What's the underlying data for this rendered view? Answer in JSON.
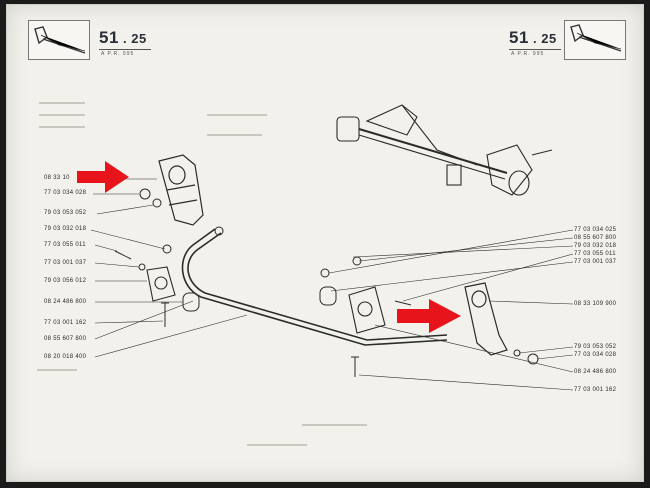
{
  "header": {
    "left_page": {
      "number": "51",
      "sub": "25",
      "codes": "A          P.R. 995"
    },
    "right_page": {
      "number": "51",
      "sub": "25",
      "codes": "A          P.R. 995"
    }
  },
  "labels_left": [
    {
      "text": "08 33 10"
    },
    {
      "text": "77 03 034 028"
    },
    {
      "text": "79 03 053 052"
    },
    {
      "text": "79 03 032 018"
    },
    {
      "text": "77 03 055 011"
    },
    {
      "text": "77 03 001 037"
    },
    {
      "text": "79 03 056 012"
    },
    {
      "text": "08 24 486 800"
    },
    {
      "text": "77 03 001 162"
    },
    {
      "text": "08 55 607 800"
    },
    {
      "text": "08 20 018 400"
    }
  ],
  "labels_right_top": [
    {
      "text": "77 03 034 025"
    },
    {
      "text": "08 55 607 800"
    },
    {
      "text": "79 03 032 018"
    },
    {
      "text": "77 03 055 011"
    },
    {
      "text": "77 03 001 037"
    }
  ],
  "labels_right_mid": [
    {
      "text": "08 33 109 900"
    },
    {
      "text": "79 03 053 052"
    },
    {
      "text": "77 03 034 028"
    },
    {
      "text": "08 24 486 800"
    },
    {
      "text": "77 03 001 162"
    }
  ],
  "colors": {
    "arrow": "#e8141c",
    "ink": "#2b2b2b",
    "paper": "#f2f1ec"
  }
}
